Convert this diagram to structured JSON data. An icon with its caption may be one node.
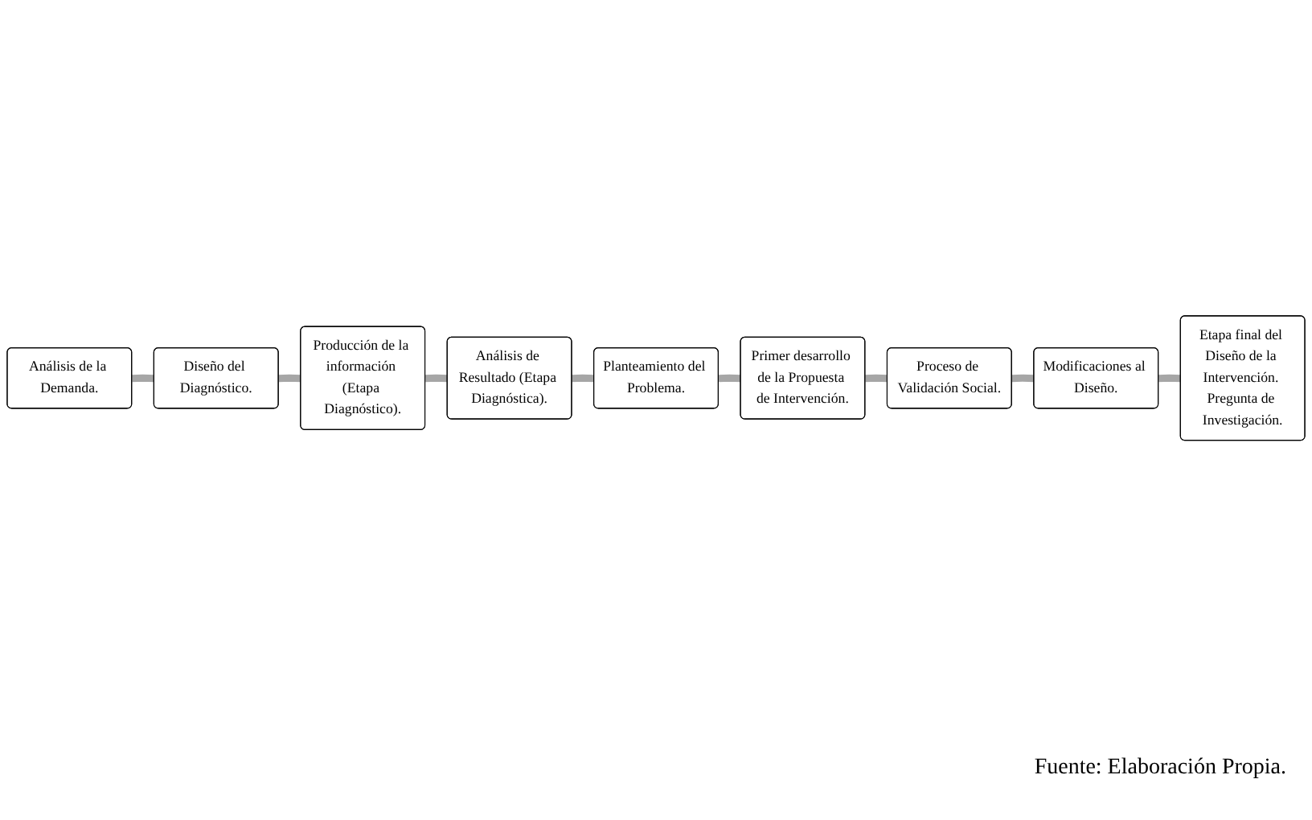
{
  "diagram": {
    "nodes": [
      {
        "text": [
          "Análisis de la Demanda."
        ]
      },
      {
        "text": [
          "Diseño del Diagnóstico."
        ]
      },
      {
        "text": [
          "Producción de la información (Etapa Diagnóstico)."
        ]
      },
      {
        "text": [
          "Análisis de Resultado (Etapa Diagnóstica)."
        ]
      },
      {
        "text": [
          "Planteamiento del Problema."
        ]
      },
      {
        "text": [
          "Primer desarrollo de la Propuesta de Intervención."
        ]
      },
      {
        "text": [
          "Proceso de Validación Social."
        ]
      },
      {
        "text": [
          "Modificaciones al Diseño."
        ]
      },
      {
        "text": [
          "Etapa final del Diseño de la Intervención. Pregunta de Investigación."
        ]
      }
    ],
    "edges": [
      {
        "from": 0,
        "to": 1,
        "arrow": "none"
      },
      {
        "from": 1,
        "to": 2,
        "arrow": "none"
      },
      {
        "from": 2,
        "to": 3,
        "arrow": "none"
      },
      {
        "from": 3,
        "to": 4,
        "arrow": "none"
      },
      {
        "from": 4,
        "to": 5,
        "arrow": "none"
      },
      {
        "from": 5,
        "to": 6,
        "arrow": "none"
      },
      {
        "from": 6,
        "to": 7,
        "arrow": "none"
      },
      {
        "from": 7,
        "to": 8,
        "arrow": "none"
      }
    ],
    "labels": [
      "Fuente: Elaboración Propia."
    ]
  }
}
